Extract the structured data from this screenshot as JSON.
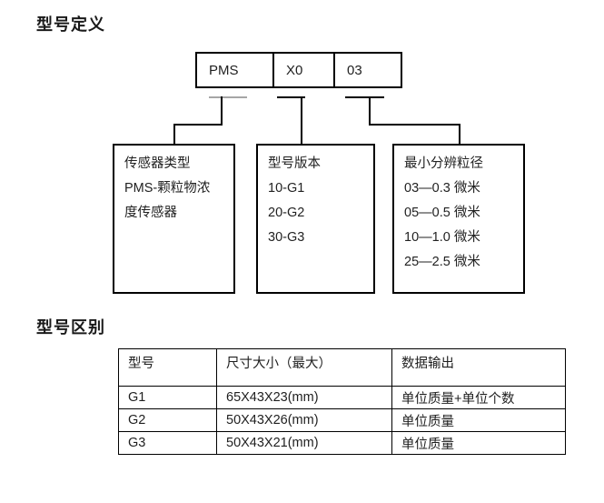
{
  "sections": {
    "model_definition_title": "型号定义",
    "model_difference_title": "型号区别"
  },
  "diagram": {
    "code_cells": [
      "PMS",
      "X0",
      "03"
    ],
    "boxes": [
      {
        "lines": [
          "传感器类型",
          "PMS-颗粒物浓",
          "度传感器"
        ]
      },
      {
        "lines": [
          "型号版本",
          "10-G1",
          "20-G2",
          "30-G3"
        ]
      },
      {
        "lines": [
          "最小分辨粒径",
          "03—0.3 微米",
          "05—0.5 微米",
          "10—1.0 微米",
          "25—2.5 微米"
        ]
      }
    ]
  },
  "table": {
    "headers": [
      "型号",
      "尺寸大小（最大）",
      "数据输出"
    ],
    "rows": [
      [
        "G1",
        "65X43X23(mm)",
        "单位质量+单位个数"
      ],
      [
        "G2",
        "50X43X26(mm)",
        "单位质量"
      ],
      [
        "G3",
        "50X43X21(mm)",
        "单位质量"
      ]
    ]
  },
  "colors": {
    "background": "#ffffff",
    "text": "#1a1a1a",
    "line": "#000000",
    "gray_tick": "#a6a6a6"
  }
}
